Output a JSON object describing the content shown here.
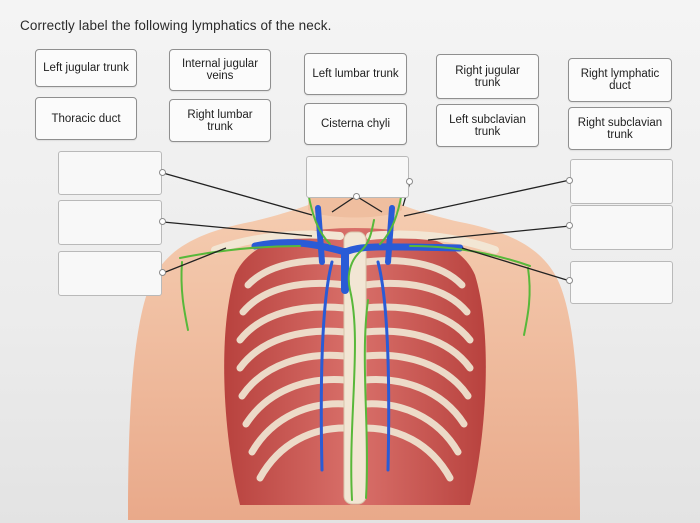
{
  "prompt": "Correctly label the following lymphatics of the neck.",
  "labels": [
    "Left jugular trunk",
    "Internal jugular veins",
    "Left lumbar trunk",
    "Right jugular trunk",
    "Right lymphatic duct",
    "Thoracic duct",
    "Right lumbar trunk",
    "Cisterna chyli",
    "Left subclavian trunk",
    "Right subclavian trunk"
  ],
  "colors": {
    "lymphatic": "#58b83a",
    "vein": "#2a5bd6",
    "muscle": "#c8514d",
    "bone": "#efe2cf",
    "skin": "#f0bfa0"
  }
}
